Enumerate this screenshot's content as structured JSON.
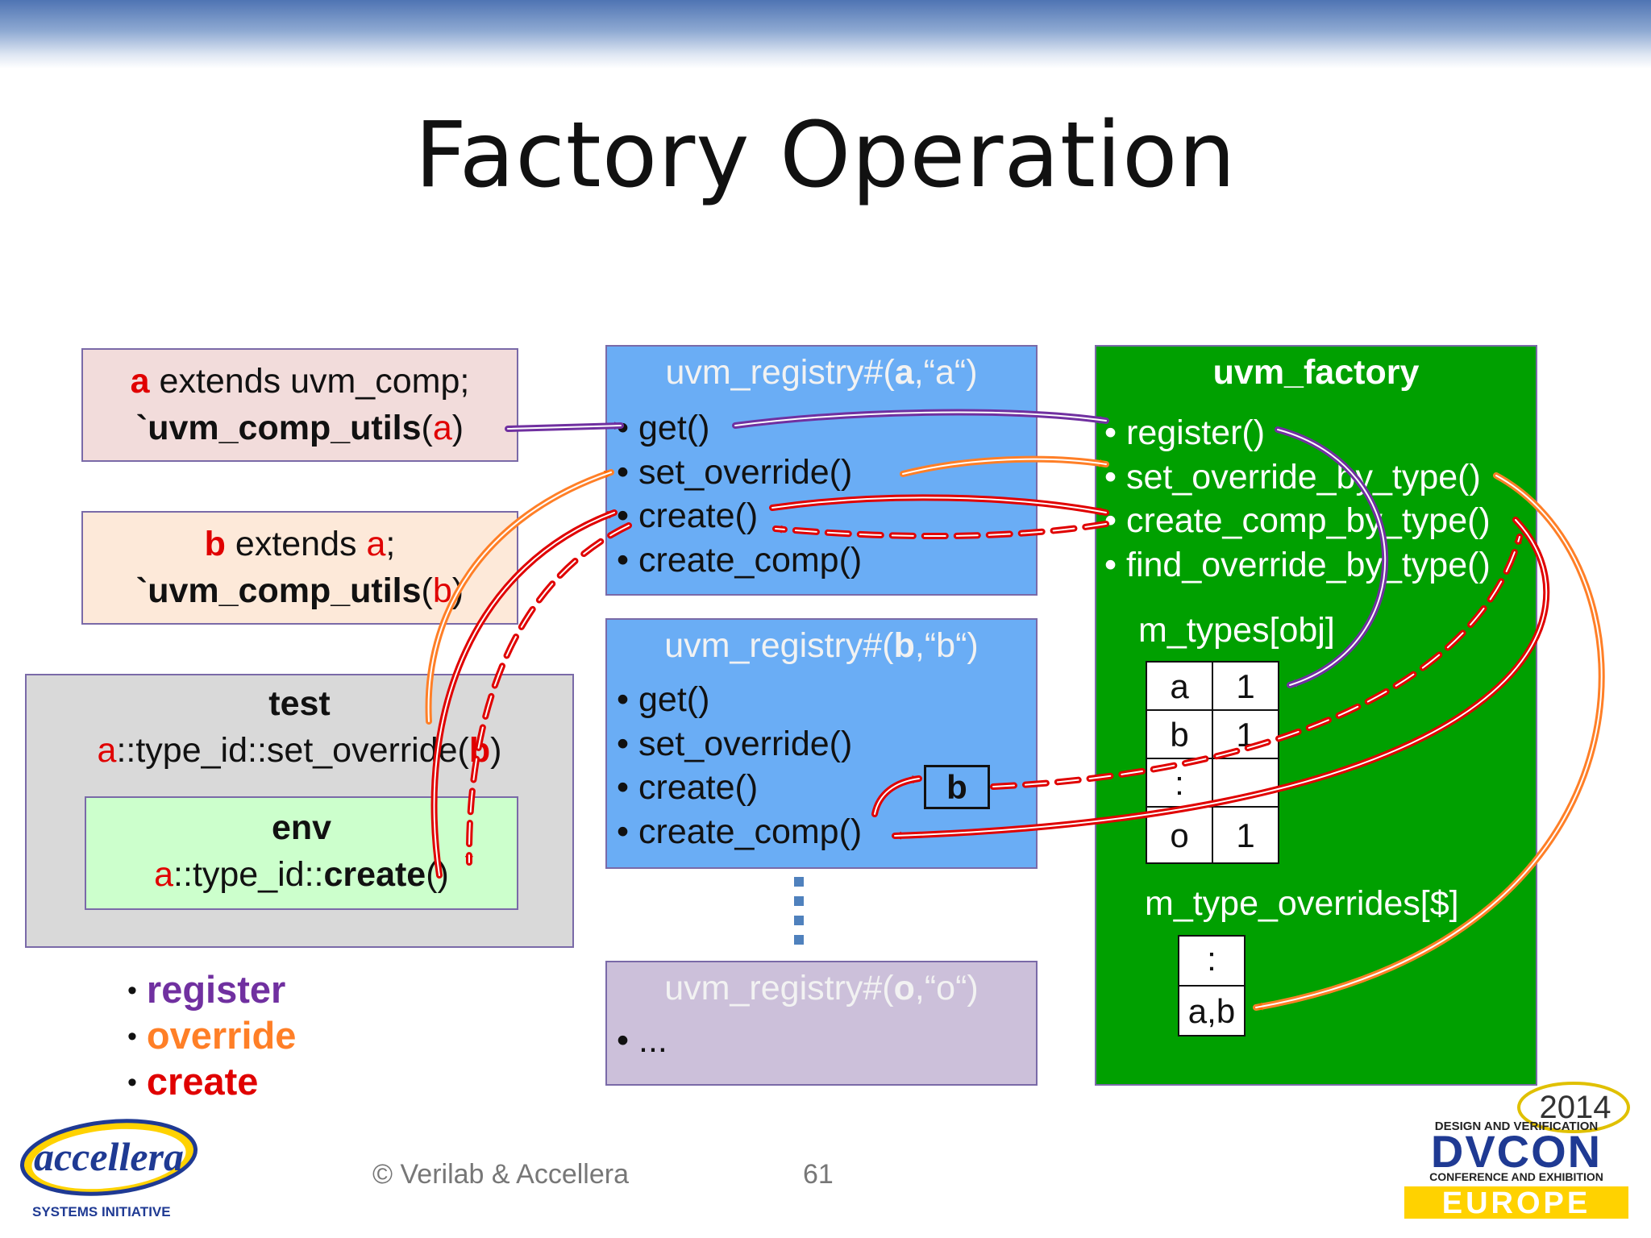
{
  "title": "Factory Operation",
  "box_a": {
    "name": "a",
    "line1_rest": " extends uvm_comp;",
    "macro": "`uvm_comp_utils",
    "open": "(",
    "arg": "a",
    "close": ")"
  },
  "box_b": {
    "name": "b",
    "line1_mid": " extends ",
    "parent": "a",
    "semi": ";",
    "macro": "`uvm_comp_utils",
    "open": "(",
    "arg": "b",
    "close": ")"
  },
  "test_box": {
    "label": "test",
    "cls": "a",
    "call": "::type_id::set_override(",
    "arg": "b",
    "close": ")"
  },
  "env_box": {
    "label": "env",
    "cls": "a",
    "mid": "::type_id::",
    "method": "create",
    "parens": "()"
  },
  "registry_a": {
    "pre": "uvm_registry#(",
    "cls": "a",
    "post": ",“a“)",
    "methods": [
      "get()",
      "set_override()",
      "create()",
      "create_comp()"
    ]
  },
  "registry_b": {
    "pre": "uvm_registry#(",
    "cls": "b",
    "post": ",“b“)",
    "methods": [
      "get()",
      "set_override()",
      "create()",
      "create_comp()"
    ],
    "instance_label": "b"
  },
  "registry_o": {
    "pre": "uvm_registry#(",
    "cls": "o",
    "post": ",“o“)",
    "methods": [
      "..."
    ]
  },
  "factory": {
    "title": "uvm_factory",
    "methods": [
      "register()",
      "set_override_by_type()",
      "create_comp_by_type()",
      "find_override_by_type()"
    ],
    "types_label": "m_types[obj]",
    "types_rows": [
      [
        "a",
        "1"
      ],
      [
        "b",
        "1"
      ],
      [
        ":",
        ""
      ],
      [
        "o",
        "1"
      ]
    ],
    "overrides_label": "m_type_overrides[$]",
    "overrides_rows": [
      ":",
      "a,b"
    ]
  },
  "legend": [
    {
      "label": "register",
      "color": "#7030a0"
    },
    {
      "label": "override",
      "color": "#ff6a00"
    },
    {
      "label": "create",
      "color": "#e00000"
    }
  ],
  "footer": {
    "copyright": "© Verilab & Accellera",
    "page": "61"
  },
  "logo_left": {
    "name": "accellera",
    "tagline": "SYSTEMS INITIATIVE"
  },
  "logo_right": {
    "year": "2014",
    "line1": "DESIGN AND VERIFICATION",
    "name": "DVCON",
    "line2": "CONFERENCE AND EXHIBITION",
    "region": "EUROPE"
  },
  "colors": {
    "registry_blue": "#6aadf5",
    "factory_green": "#00a000",
    "register": "#7030a0",
    "override": "#ff7f27",
    "create": "#e00000"
  }
}
